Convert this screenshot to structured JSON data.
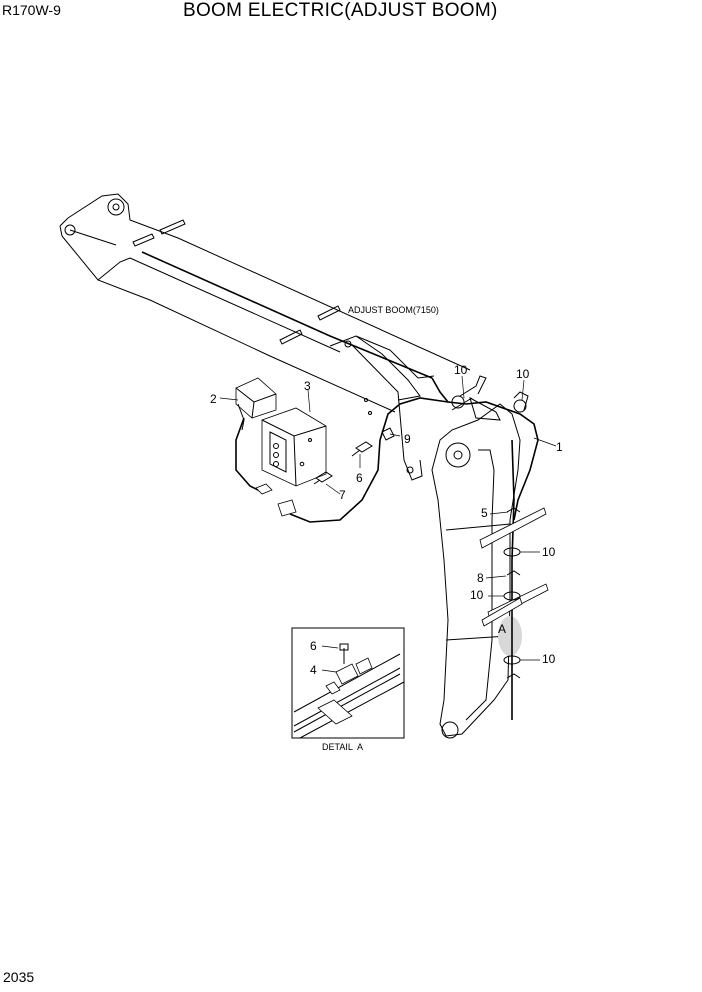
{
  "header": {
    "model": "R170W-9",
    "title": "BOOM ELECTRIC(ADJUST BOOM)"
  },
  "page_number": "2035",
  "diagram": {
    "assembly_label": "ADJUST BOOM(7150)",
    "callouts": {
      "c1": "1",
      "c2": "2",
      "c3": "3",
      "c5": "5",
      "c6": "6",
      "c7": "7",
      "c8": "8",
      "c9": "9",
      "c10a": "10",
      "c10b": "10",
      "c10c": "10",
      "c10d": "10",
      "c10e": "10",
      "detail_marker": "A"
    },
    "detail": {
      "title": "DETAIL  A",
      "callout_6": "6",
      "callout_4": "4"
    }
  }
}
